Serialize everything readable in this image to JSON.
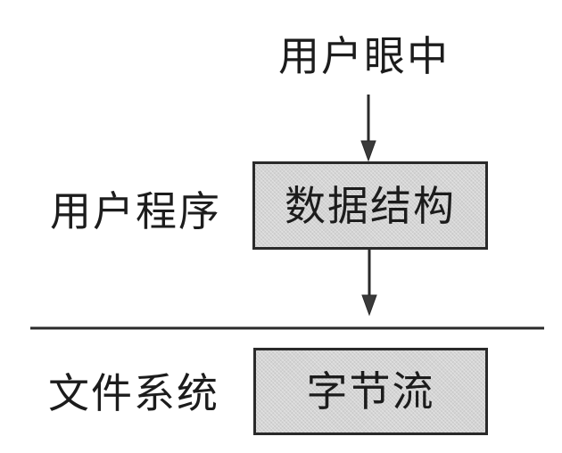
{
  "diagram": {
    "top_label": "用户眼中",
    "layers": [
      {
        "side_label": "用户程序",
        "box_label": "数据结构"
      },
      {
        "side_label": "文件系统",
        "box_label": "字节流"
      }
    ],
    "colors": {
      "box_fill": "#d4d4d4",
      "stroke": "#2a2a2a",
      "text": "#1c1c1c",
      "background": "#ffffff"
    }
  }
}
